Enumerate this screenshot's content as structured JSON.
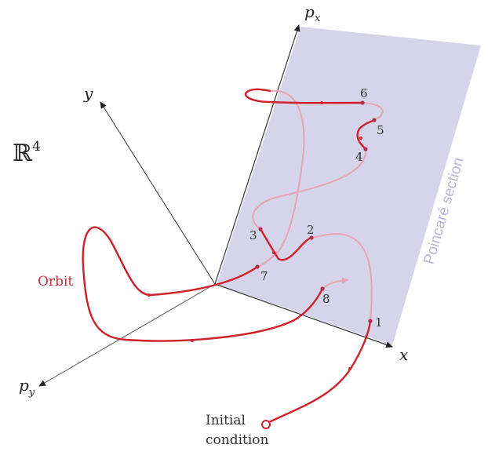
{
  "title": "Poincaré section diagram in R4",
  "space_label": "ℝ",
  "space_exponent": "4",
  "axes": {
    "px": "p",
    "px_sub": "x",
    "py": "p",
    "py_sub": "y",
    "x": "x",
    "y": "y"
  },
  "plane_label": "Poincaré section",
  "orbit_label": "Orbit",
  "initial_condition_label": [
    "Initial",
    "condition"
  ],
  "crossing_points": [
    "1",
    "2",
    "3",
    "4",
    "5",
    "6",
    "7",
    "8"
  ],
  "colors": {
    "orbit": "#d0202a",
    "orbit_faint": "#e4a4b4",
    "plane": "#d6d4ea",
    "plane_label": "#b8b6d8",
    "axis": "#333333"
  }
}
